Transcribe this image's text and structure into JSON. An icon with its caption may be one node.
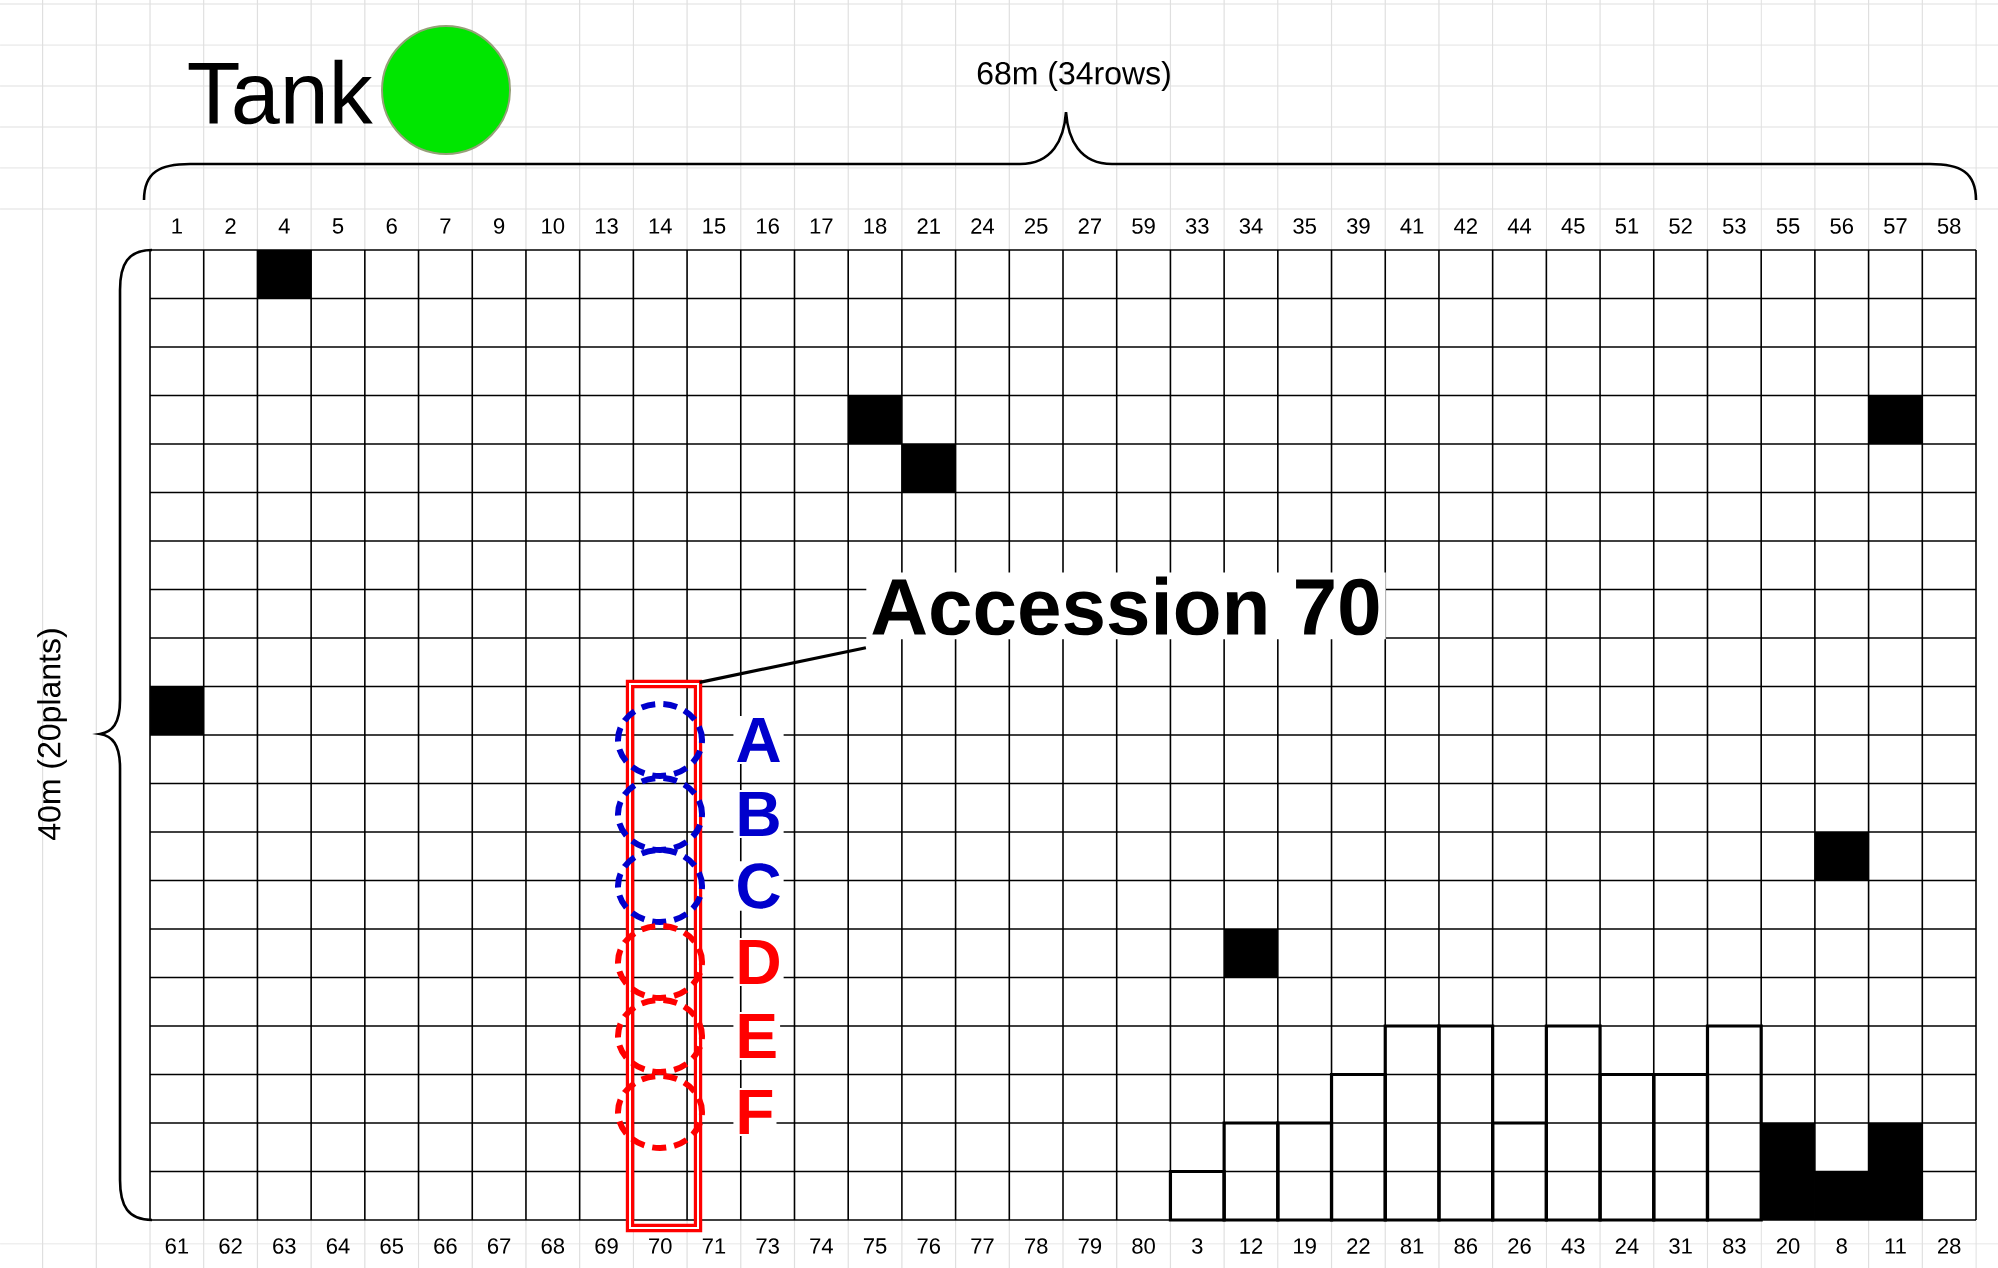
{
  "diagram": {
    "nodes": [
      {
        "text": [],
        "shape": "circle",
        "beside": [
          "Tank"
        ]
      },
      {
        "text": [
          "Accession 70"
        ]
      },
      {
        "text": [],
        "shape": "box"
      },
      {
        "text": [],
        "shape": "circle",
        "beside": [
          "A"
        ]
      },
      {
        "text": [],
        "shape": "circle",
        "beside": [
          "B"
        ]
      },
      {
        "text": [],
        "shape": "circle",
        "beside": [
          "C"
        ]
      },
      {
        "text": [],
        "shape": "circle",
        "beside": [
          "D"
        ]
      },
      {
        "text": [],
        "shape": "circle",
        "beside": [
          "E"
        ]
      },
      {
        "text": [],
        "shape": "circle",
        "beside": [
          "F"
        ]
      }
    ],
    "edges": [
      {
        "from": 1,
        "to": 2,
        "arrow": "none"
      }
    ],
    "labels": [
      "68m (34rows)",
      "1",
      "2",
      "4",
      "5",
      "6",
      "7",
      "9",
      "10",
      "13",
      "14",
      "15",
      "16",
      "17",
      "18",
      "21",
      "24",
      "25",
      "27",
      "59",
      "33",
      "34",
      "35",
      "39",
      "41",
      "42",
      "44",
      "45",
      "51",
      "52",
      "53",
      "55",
      "56",
      "57",
      "58",
      "40m (20plants)",
      "61",
      "62",
      "63",
      "64",
      "65",
      "66",
      "67",
      "68",
      "69",
      "70",
      "71",
      "73",
      "74",
      "75",
      "76",
      "77",
      "78",
      "79",
      "80",
      "3",
      "12",
      "19",
      "22",
      "81",
      "86",
      "26",
      "43",
      "24",
      "31",
      "83",
      "20",
      "8",
      "11",
      "28"
    ]
  }
}
